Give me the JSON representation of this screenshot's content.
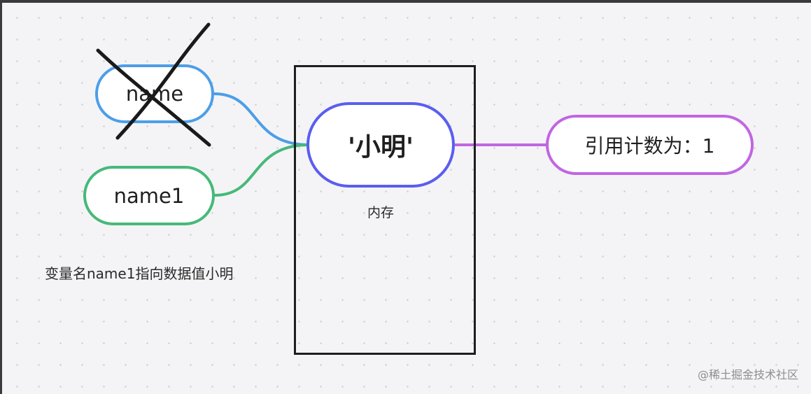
{
  "nodes": {
    "name": {
      "label": "name"
    },
    "name1": {
      "label": "name1"
    },
    "value": {
      "label": "'小明'"
    },
    "ref_count": {
      "label": "引用计数为：1"
    }
  },
  "memory_label": "内存",
  "caption": "变量名name1指向数据值小明",
  "watermark": "@稀土掘金技术社区",
  "colors": {
    "name_border": "#4c9ee8",
    "name1_border": "#46b97a",
    "value_border": "#5a5ef0",
    "ref_count_border": "#c066e2",
    "memory_box_border": "#1e1e1e",
    "cross_stroke": "#1a1a1a",
    "background": "#f4f4f6"
  }
}
